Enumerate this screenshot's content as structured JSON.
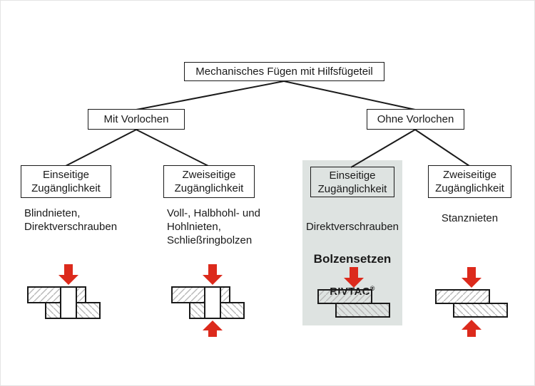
{
  "colors": {
    "line_black": "#1a1a1a",
    "text_black": "#1a1a1a",
    "arrow_red": "#dc2a1c",
    "arrow_red_edge": "#a81e12",
    "panel_gray": "#dee3e1",
    "hatch_gray": "#b8b8b8"
  },
  "root": {
    "label": "Mechanisches Fügen mit Hilfsfügeteil"
  },
  "level2": [
    {
      "label": "Mit Vorlochen"
    },
    {
      "label": "Ohne Vorlochen"
    }
  ],
  "columns": [
    {
      "access": "Einseitige\nZugänglichkeit",
      "methods": "Blindnieten,\nDirektverschrauben",
      "illustration": "predrilled-hole, one-sided press arrow"
    },
    {
      "access": "Zweiseitige\nZugänglichkeit",
      "methods": "Voll-, Halbhohl- und\nHohlnieten,\nSchließringbolzen",
      "illustration": "predrilled-hole, two-sided press arrows"
    },
    {
      "access": "Einseitige\nZugänglichkeit",
      "methods": "Direktverschrauben",
      "highlight_method": "Bolzensetzen",
      "brand": "RIVTAC",
      "brand_reg": "®",
      "highlighted": true,
      "illustration": "no pre-hole, one-sided press arrow"
    },
    {
      "access": "Zweiseitige\nZugänglichkeit",
      "methods": "Stanznieten",
      "illustration": "no pre-hole, two-sided press arrows"
    }
  ]
}
